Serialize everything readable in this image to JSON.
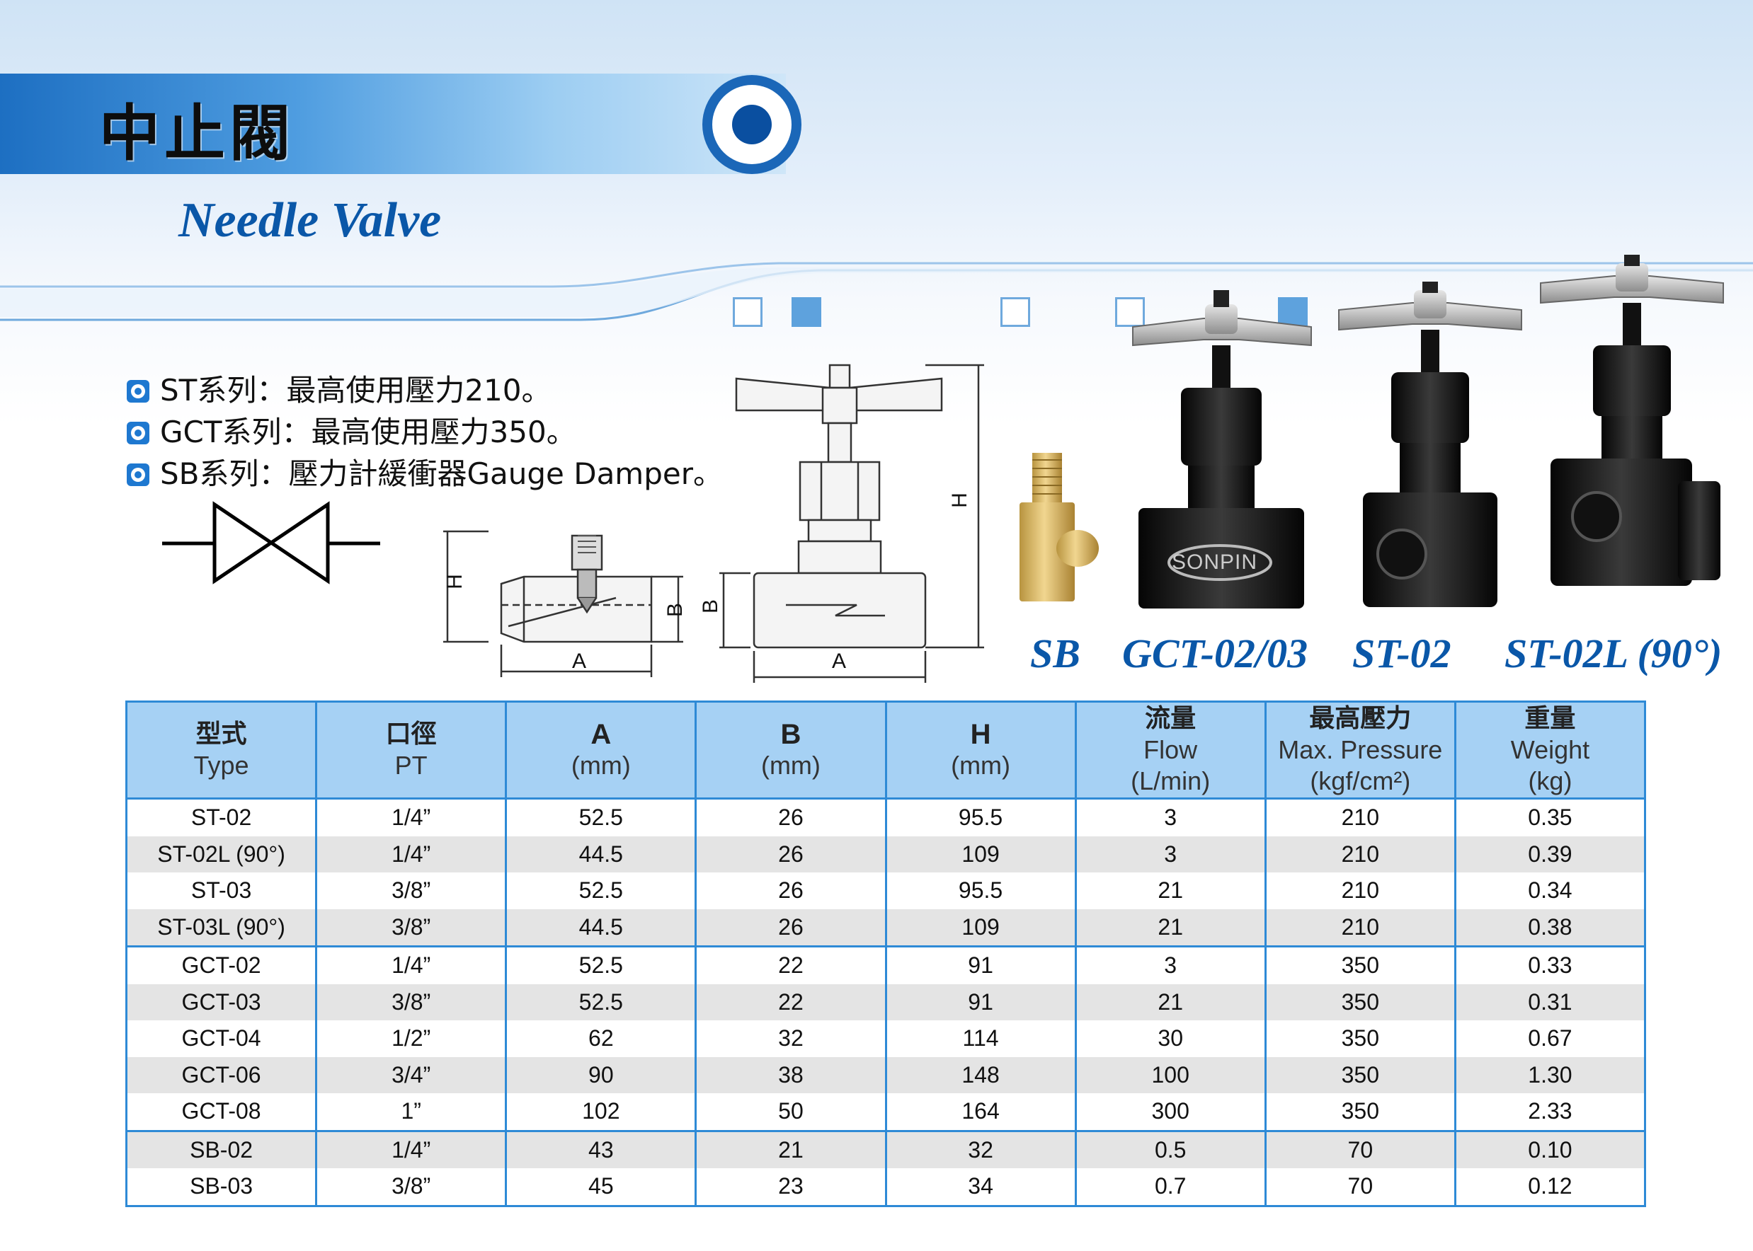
{
  "header": {
    "title": "中止閥",
    "subtitle": "Needle Valve"
  },
  "notes": [
    {
      "text": "ST系列：最高使用壓力210。"
    },
    {
      "text": "GCT系列：最高使用壓力350。"
    },
    {
      "text": "SB系列：壓力計緩衝器Gauge Damper。"
    }
  ],
  "diagrams": {
    "label_h": "H",
    "label_a": "A",
    "label_b": "B"
  },
  "products": {
    "sb": "SB",
    "gct": "GCT-02/03",
    "st02": "ST-02",
    "st02l": "ST-02L (90°)",
    "brand": "SONPIN"
  },
  "colors": {
    "accent": "#0a57a8",
    "table_border": "#2e8ad6",
    "header_bg": "#a6d1f4",
    "alt_row": "#e4e4e4"
  },
  "table": {
    "headers": [
      {
        "zh": "型式",
        "en": "Type"
      },
      {
        "zh": "口徑",
        "en": "PT"
      },
      {
        "big": "A",
        "en": "(mm)"
      },
      {
        "big": "B",
        "en": "(mm)"
      },
      {
        "big": "H",
        "en": "(mm)"
      },
      {
        "zh": "流量",
        "en": "Flow",
        "en2": "(L/min)"
      },
      {
        "zh": "最高壓力",
        "en": "Max. Pressure",
        "en2": "(kgf/cm²)"
      },
      {
        "zh": "重量",
        "en": "Weight",
        "en2": "(kg)"
      }
    ],
    "rows": [
      [
        "ST-02",
        "1/4”",
        "52.5",
        "26",
        "95.5",
        "3",
        "210",
        "0.35"
      ],
      [
        "ST-02L (90°)",
        "1/4”",
        "44.5",
        "26",
        "109",
        "3",
        "210",
        "0.39"
      ],
      [
        "ST-03",
        "3/8”",
        "52.5",
        "26",
        "95.5",
        "21",
        "210",
        "0.34"
      ],
      [
        "ST-03L (90°)",
        "3/8”",
        "44.5",
        "26",
        "109",
        "21",
        "210",
        "0.38"
      ],
      [
        "GCT-02",
        "1/4”",
        "52.5",
        "22",
        "91",
        "3",
        "350",
        "0.33"
      ],
      [
        "GCT-03",
        "3/8”",
        "52.5",
        "22",
        "91",
        "21",
        "350",
        "0.31"
      ],
      [
        "GCT-04",
        "1/2”",
        "62",
        "32",
        "114",
        "30",
        "350",
        "0.67"
      ],
      [
        "GCT-06",
        "3/4”",
        "90",
        "38",
        "148",
        "100",
        "350",
        "1.30"
      ],
      [
        "GCT-08",
        "1”",
        "102",
        "50",
        "164",
        "300",
        "350",
        "2.33"
      ],
      [
        "SB-02",
        "1/4”",
        "43",
        "21",
        "32",
        "0.5",
        "70",
        "0.10"
      ],
      [
        "SB-03",
        "3/8”",
        "45",
        "23",
        "34",
        "0.7",
        "70",
        "0.12"
      ]
    ]
  }
}
